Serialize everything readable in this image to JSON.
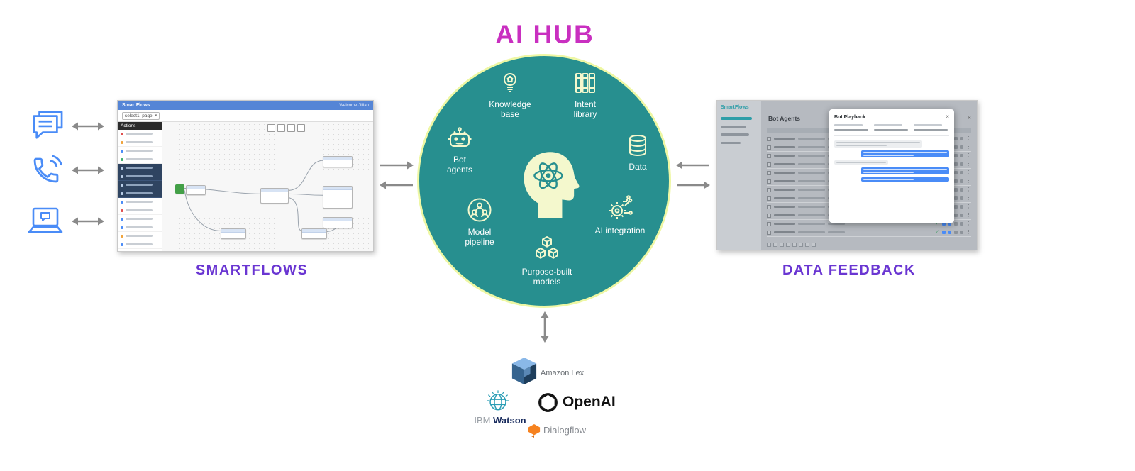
{
  "title": "AI HUB",
  "section_labels": {
    "left": "SMARTFLOWS",
    "right": "DATA FEEDBACK"
  },
  "channels": [
    {
      "icon": "chat-bubbles"
    },
    {
      "icon": "phone-call"
    },
    {
      "icon": "laptop-chat"
    }
  ],
  "hub": {
    "center_icon": "head-with-atom",
    "items": [
      {
        "icon": "lightbulb",
        "label": "Knowledge base"
      },
      {
        "icon": "binders",
        "label": "Intent library"
      },
      {
        "icon": "robot",
        "label": "Bot agents"
      },
      {
        "icon": "database",
        "label": "Data"
      },
      {
        "icon": "team-circle",
        "label": "Model pipeline"
      },
      {
        "icon": "gear-circuit",
        "label": "AI integration"
      },
      {
        "icon": "cubes",
        "label": "Purpose-built models"
      }
    ]
  },
  "smartflows_app": {
    "header_title": "SmartFlows",
    "header_welcome": "Welcome Jillian",
    "tab_label": "select1_page",
    "sidebar_header": "Actions"
  },
  "feedback_app": {
    "brand": "SmartFlows",
    "page_title": "Bot Agents",
    "modal_title": "Bot Playback"
  },
  "integrations": {
    "amazon_lex": "Amazon Lex",
    "openai": "OpenAI",
    "ibm": "IBM",
    "watson": "Watson",
    "dialogflow": "Dialogflow"
  },
  "icons": {
    "close": "×",
    "chevron_down": "▾",
    "check": "✓",
    "kebab": "⋮"
  },
  "colors": {
    "title_color": "#c92fc0",
    "label_color": "#6a36d2",
    "hub_fill": "#278f8f",
    "hub_border": "#eef7a4",
    "hub_icon": "#f4f8cd",
    "arrow": "#8a8a8a",
    "channel": "#4a8cf7"
  }
}
